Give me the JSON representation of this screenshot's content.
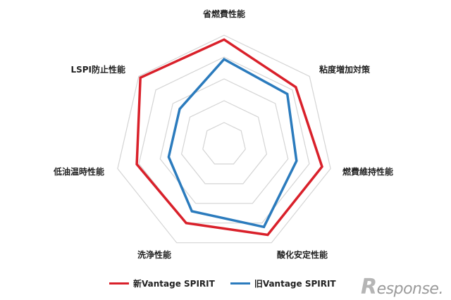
{
  "chart_data": {
    "type": "radar",
    "title": "",
    "axes": [
      "省燃費性能",
      "粘度増加対策",
      "燃費維持性能",
      "酸化安定性能",
      "洗浄性能",
      "低油温時性能",
      "LSPI防止性能"
    ],
    "range": [
      0,
      5
    ],
    "rings": 5,
    "grid": true,
    "legend_position": "bottom-center",
    "series": [
      {
        "name": "新Vantage SPIRIT",
        "color": "#d9202a",
        "values": [
          4.8,
          4.2,
          4.6,
          4.6,
          4.0,
          4.1,
          4.9
        ]
      },
      {
        "name": "旧Vantage SPIRIT",
        "color": "#2b7bbd",
        "values": [
          3.9,
          3.7,
          3.4,
          4.2,
          3.4,
          2.6,
          2.6
        ]
      }
    ]
  },
  "watermark": {
    "brand_initial": "R",
    "brand_rest": "esponse."
  }
}
